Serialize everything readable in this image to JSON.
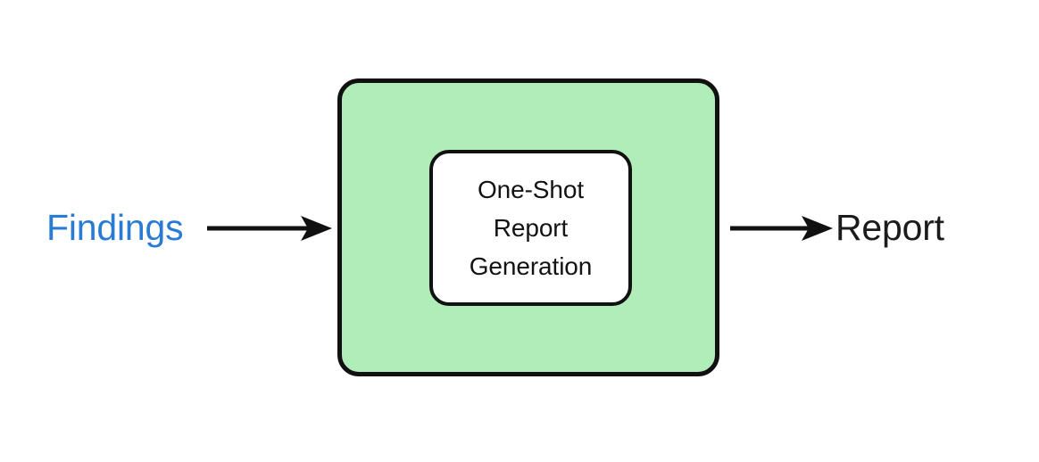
{
  "diagram": {
    "background_color": "#ffffff",
    "input": {
      "label": "Findings",
      "color": "#2a7bd4"
    },
    "output": {
      "label": "Report",
      "color": "#1b1b1b"
    },
    "container": {
      "name": "report-generation-container",
      "fill_color": "#b0edb9",
      "border_color": "#111111"
    },
    "node": {
      "label": "One-Shot\nReport\nGeneration",
      "line1": "One-Shot",
      "line2": "Report",
      "line3": "Generation",
      "fill_color": "#ffffff",
      "border_color": "#111111",
      "text_color": "#131313"
    },
    "edges": [
      {
        "name": "findings-to-container",
        "from": "Findings",
        "to": "container",
        "color": "#111111"
      },
      {
        "name": "container-to-report",
        "from": "container",
        "to": "Report",
        "color": "#111111"
      }
    ]
  }
}
